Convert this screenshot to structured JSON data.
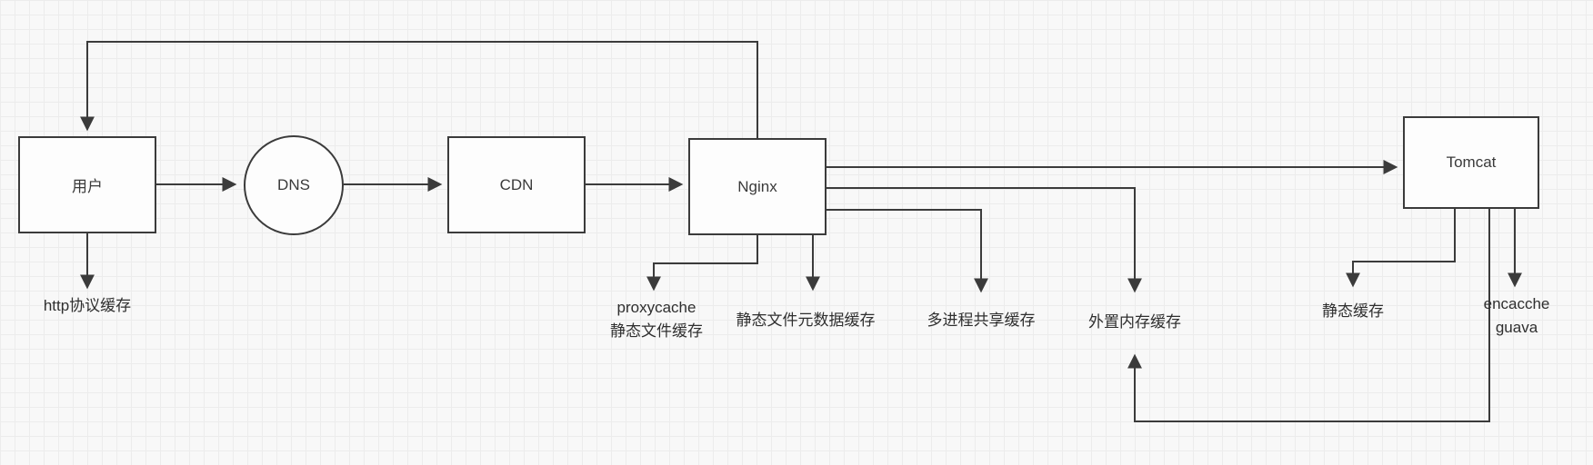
{
  "diagram": {
    "description": "web caching architecture flowchart",
    "nodes": {
      "user": {
        "label": "用户"
      },
      "dns": {
        "label": "DNS"
      },
      "cdn": {
        "label": "CDN"
      },
      "nginx": {
        "label": "Nginx"
      },
      "tomcat": {
        "label": "Tomcat"
      }
    },
    "labels": {
      "http_cache": "http协议缓存",
      "proxycache_line1": "proxycache",
      "proxycache_line2": "静态文件缓存",
      "static_meta_cache": "静态文件元数据缓存",
      "multiprocess_shared_cache": "多进程共享缓存",
      "external_memory_cache": "外置内存缓存",
      "static_cache": "静态缓存",
      "encacche_line1": "encacche",
      "encacche_line2": "guava"
    },
    "colors": {
      "line": "#3b3b3b",
      "node_border": "#3b3b3b",
      "node_fill": "#fdfdfd",
      "text": "#3a3a3a",
      "background": "#f8f8f8",
      "grid": "#ececec"
    }
  }
}
